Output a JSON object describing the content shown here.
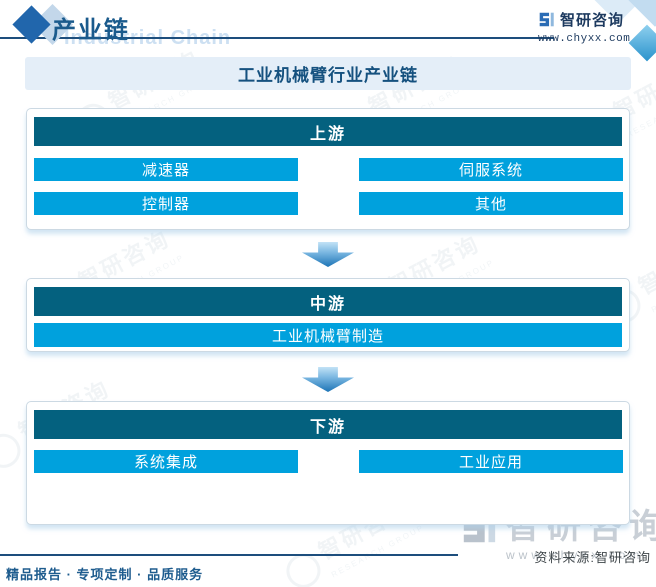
{
  "header": {
    "title": "产业链",
    "title_watermark": "Industrial Chain",
    "brand": {
      "name": "智研咨询",
      "website": "www.chyxx.com"
    }
  },
  "diagram": {
    "title": "工业机械臂行业产业链",
    "sections": [
      {
        "id": "upstream",
        "header": "上游",
        "items": [
          "减速器",
          "伺服系统",
          "控制器",
          "其他"
        ]
      },
      {
        "id": "midstream",
        "header": "中游",
        "items": [
          "工业机械臂制造"
        ]
      },
      {
        "id": "downstream",
        "header": "下游",
        "items": [
          "系统集成",
          "工业应用"
        ]
      }
    ]
  },
  "footer": {
    "slogan": "精品报告 · 专项定制 · 品质服务",
    "source": "资料来源:智研咨询",
    "brand_watermark": {
      "name": "智研咨询",
      "website": "www.chyxx.com"
    }
  },
  "watermark_tile": {
    "text": "智研咨询",
    "subtext": "RESEARCH GROUP"
  },
  "colors": {
    "accent_dark_blue": "#1d4e7d",
    "header_title_blue": "#1a5a8c",
    "section_header_bg": "#04617f",
    "item_bar_bg": "#00a1dd",
    "title_bar_bg": "#e4eef8",
    "arrow_gradient_top": "#c2e2f6",
    "arrow_gradient_bottom": "#1c74b6",
    "watermark_gray": "#c9cfd6"
  }
}
